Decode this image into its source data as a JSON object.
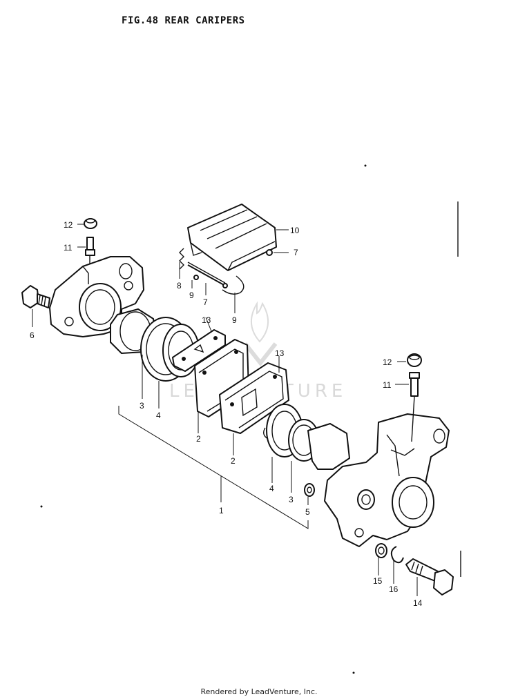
{
  "title": "FIG.48  REAR CARIPERS",
  "footer": "Rendered by LeadVenture, Inc.",
  "watermark": "LEADVENTURE",
  "callouts": {
    "c1": "1",
    "c2a": "2",
    "c2b": "2",
    "c3a": "3",
    "c3b": "3",
    "c4a": "4",
    "c4b": "4",
    "c5": "5",
    "c6": "6",
    "c7a": "7",
    "c7b": "7",
    "c8": "8",
    "c9a": "9",
    "c9b": "9",
    "c10": "10",
    "c11a": "11",
    "c11b": "11",
    "c12a": "12",
    "c12b": "12",
    "c13a": "13",
    "c13b": "13",
    "c14": "14",
    "c15": "15",
    "c16": "16"
  }
}
